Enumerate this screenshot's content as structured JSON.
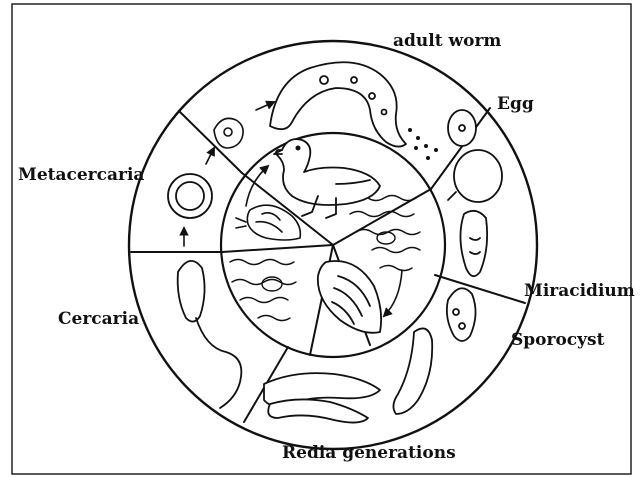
{
  "diagram": {
    "labels": {
      "adult_worm": "adult worm",
      "egg": "Egg",
      "miracidium": "Miracidium",
      "sporocyst": "Sporocyst",
      "redia": "Redia generations",
      "cercaria": "Cercaria",
      "metacercaria": "Metacercaria"
    }
  }
}
